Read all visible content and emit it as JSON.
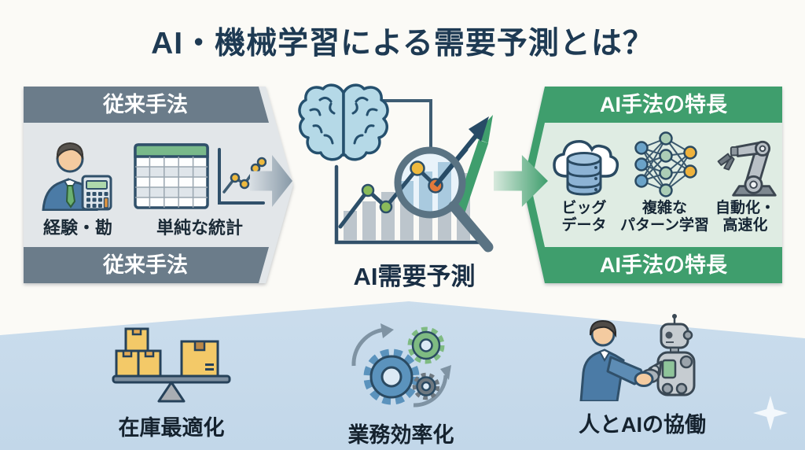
{
  "title": "AI・機械学習による需要予測とは？",
  "traditional": {
    "header": "従来手法",
    "footer": "従来手法",
    "items": [
      {
        "icon": "person-calculator-icon",
        "label": "経験・勘"
      },
      {
        "icon": "spreadsheet-linechart-icon",
        "label": "単純な統計"
      }
    ]
  },
  "center": {
    "icon": "brain-chart-magnifier-icon",
    "label": "AI需要予測"
  },
  "ai_features": {
    "header": "AI手法の特長",
    "footer": "AI手法の特長",
    "items": [
      {
        "icon": "cloud-database-icon",
        "label_lines": [
          "ビッグ",
          "データ"
        ]
      },
      {
        "icon": "neural-network-icon",
        "label_lines": [
          "複雑な",
          "パターン学習"
        ]
      },
      {
        "icon": "robot-arm-icon",
        "label_lines": [
          "自動化・",
          "高速化"
        ]
      }
    ]
  },
  "benefits": [
    {
      "icon": "inventory-balance-icon",
      "label": "在庫最適化"
    },
    {
      "icon": "gears-icon",
      "label": "業務効率化"
    },
    {
      "icon": "human-robot-handshake-icon",
      "label": "人とAIの協働"
    }
  ],
  "palette": {
    "title_text": "#1e3a53",
    "traditional_bar": "#6b7c8a",
    "traditional_body": "#e2e6e9",
    "ai_bar": "#3f9e6d",
    "ai_body": "#dfece3",
    "bottom_band": "#c9dcec",
    "accent_green": "#3f9e6d",
    "accent_orange": "#e2793a",
    "accent_yellow": "#eeb93e",
    "accent_blue": "#5b93bd"
  }
}
